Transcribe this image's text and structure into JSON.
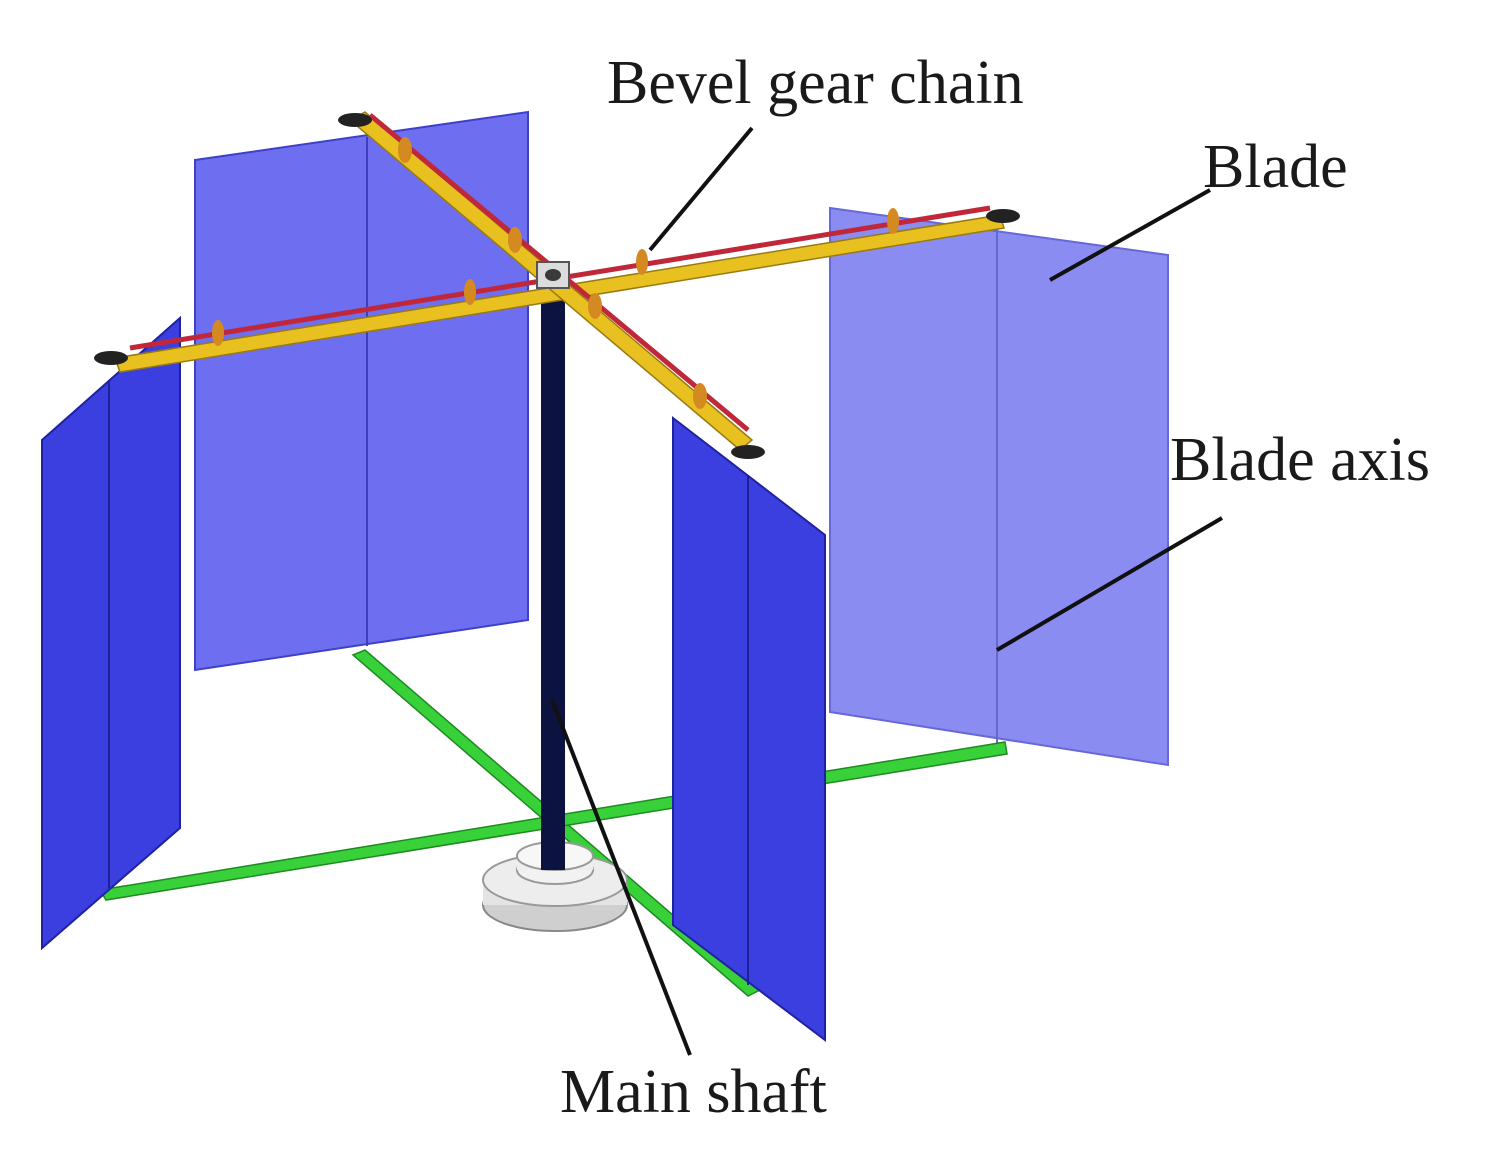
{
  "labels": {
    "bevel_gear_chain": "Bevel gear chain",
    "blade": "Blade",
    "blade_axis": "Blade axis",
    "main_shaft": "Main shaft"
  },
  "colors": {
    "blade_front": "#3b3fe0",
    "blade_back": "#6e6ef0",
    "blade_right": "#8a8cf2",
    "arm_top": "#e8c020",
    "gear_chain": "#c0283a",
    "arm_bottom": "#39d13a",
    "shaft": "#0d1340",
    "base": "#d8d8d8"
  }
}
